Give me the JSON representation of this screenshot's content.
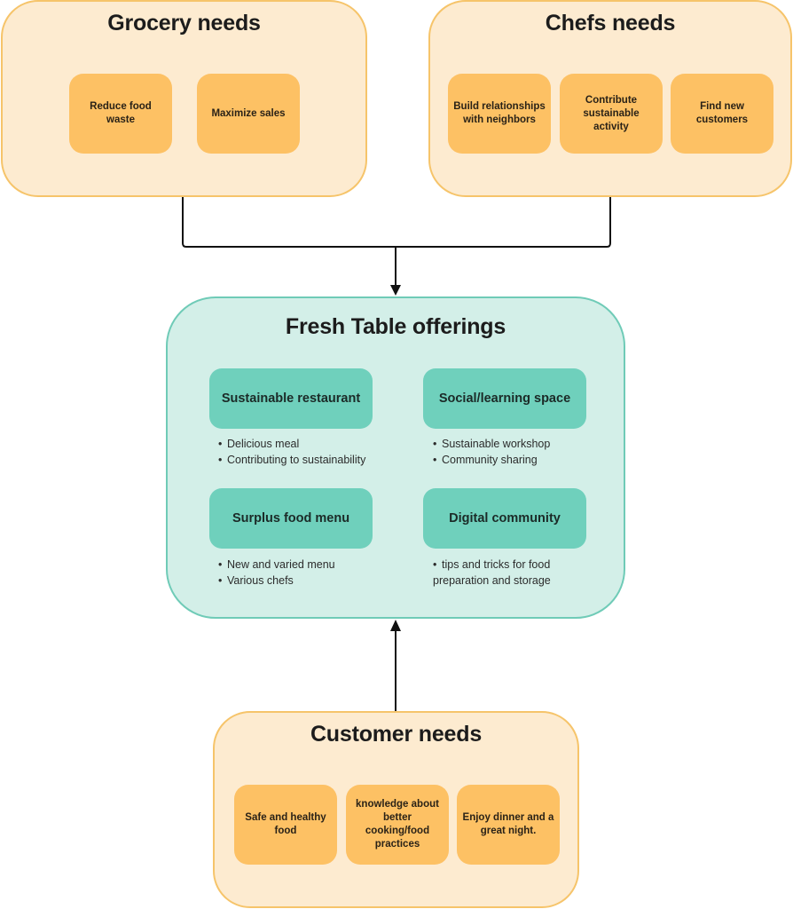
{
  "colors": {
    "orange_group_fill": "#fdebd0",
    "orange_group_border": "#f6c46a",
    "orange_card_fill": "#fdc164",
    "teal_group_fill": "#d3efe8",
    "teal_group_border": "#6fcbb7",
    "teal_card_fill": "#6fd0bc",
    "connector": "#111111"
  },
  "grocery": {
    "title": "Grocery needs",
    "items": [
      "Reduce food waste",
      "Maximize sales"
    ]
  },
  "chefs": {
    "title": "Chefs needs",
    "items": [
      "Build relationships with neighbors",
      "Contribute sustainable activity",
      "Find new customers"
    ]
  },
  "offerings": {
    "title": "Fresh Table offerings",
    "items": [
      {
        "label": "Sustainable restaurant",
        "bullets": [
          "Delicious meal",
          "Contributing to sustainability"
        ]
      },
      {
        "label": "Social/learning space",
        "bullets": [
          "Sustainable workshop",
          "Community sharing"
        ]
      },
      {
        "label": "Surplus food menu",
        "bullets": [
          "New and varied menu",
          "Various chefs"
        ]
      },
      {
        "label": "Digital community",
        "bullets": [
          "tips and tricks for food",
          "preparation and storage"
        ]
      }
    ]
  },
  "customer": {
    "title": "Customer needs",
    "items": [
      "Safe and healthy food",
      "knowledge about better cooking/food practices",
      "Enjoy dinner and a great night."
    ]
  },
  "connections": [
    {
      "from": "Grocery needs",
      "to": "Fresh Table offerings"
    },
    {
      "from": "Chefs needs",
      "to": "Fresh Table offerings"
    },
    {
      "from": "Customer needs",
      "to": "Fresh Table offerings"
    }
  ]
}
